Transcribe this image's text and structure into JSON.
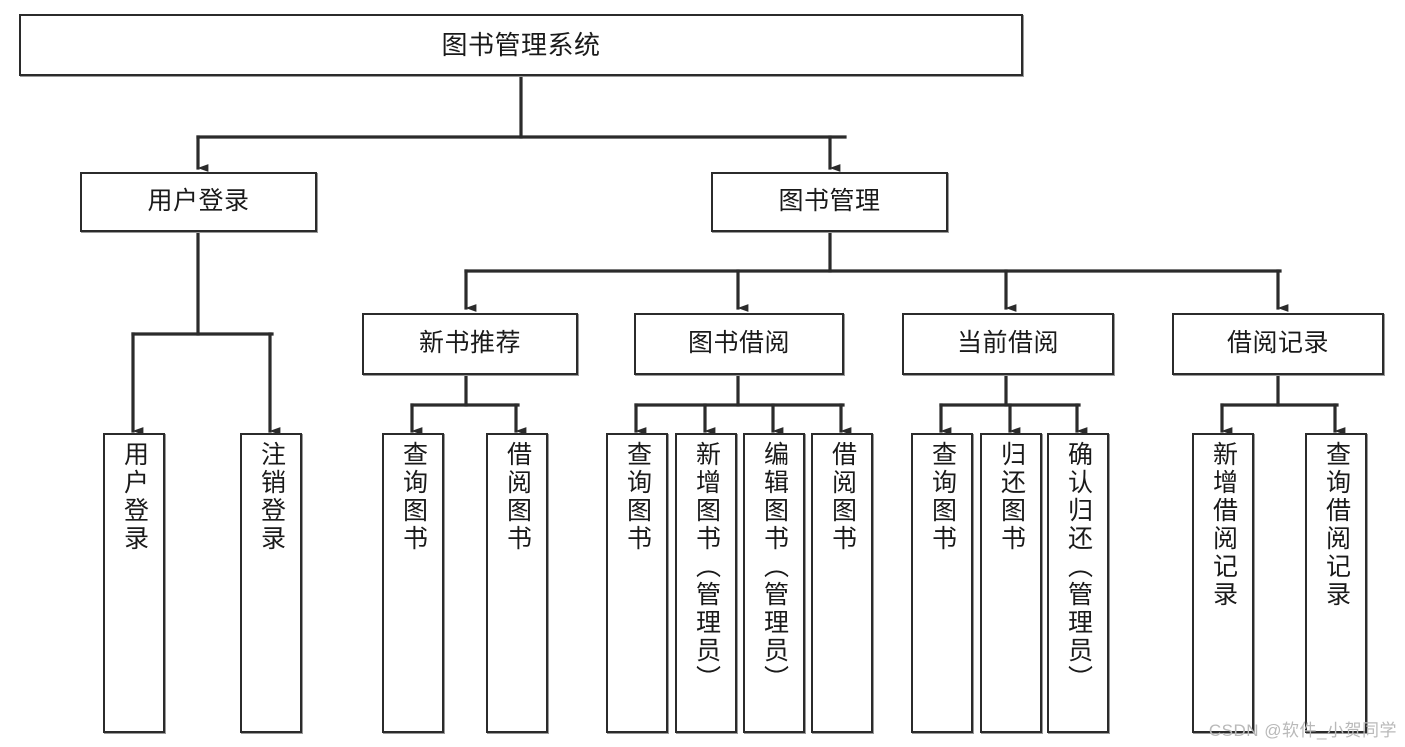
{
  "diagram": {
    "title": "图书管理系统",
    "watermark": "CSDN @软件_小贺同学",
    "accent_color": "#2b2b2b",
    "background_color": "#ffffff",
    "levels": {
      "root": {
        "label": "图书管理系统"
      },
      "level2": [
        {
          "label": "用户登录"
        },
        {
          "label": "图书管理"
        }
      ],
      "level3": [
        {
          "label": "新书推荐"
        },
        {
          "label": "图书借阅"
        },
        {
          "label": "当前借阅"
        },
        {
          "label": "借阅记录"
        }
      ],
      "leaves": {
        "user_login": [
          {
            "label": "用户登录"
          },
          {
            "label": "注销登录"
          }
        ],
        "new_book_recommend": [
          {
            "label": "查询图书"
          },
          {
            "label": "借阅图书"
          }
        ],
        "book_borrow": [
          {
            "label": "查询图书"
          },
          {
            "label": "新增图书（管理员）"
          },
          {
            "label": "编辑图书（管理员）"
          },
          {
            "label": "借阅图书"
          }
        ],
        "current_borrow": [
          {
            "label": "查询图书"
          },
          {
            "label": "归还图书"
          },
          {
            "label": "确认归还（管理员）"
          }
        ],
        "borrow_record": [
          {
            "label": "新增借阅记录"
          },
          {
            "label": "查询借阅记录"
          }
        ]
      }
    }
  }
}
